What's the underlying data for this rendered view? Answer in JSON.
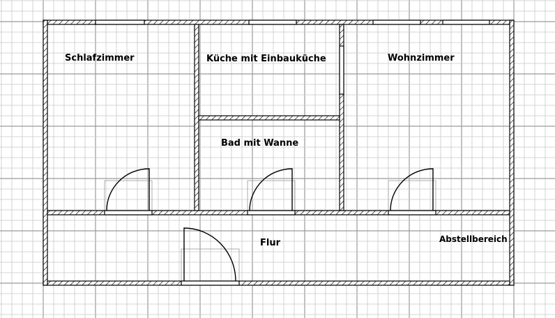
{
  "rooms": {
    "schlafzimmer": "Schlafzimmer",
    "kueche": "Küche mit Einbauküche",
    "wohnzimmer": "Wohnzimmer",
    "bad": "Bad mit Wanne",
    "flur": "Flur",
    "abstellbereich": "Abstellbereich"
  },
  "colors": {
    "grid_minor": "#c8c8c8",
    "grid_major": "#9a9a9a",
    "wall": "#000000"
  }
}
